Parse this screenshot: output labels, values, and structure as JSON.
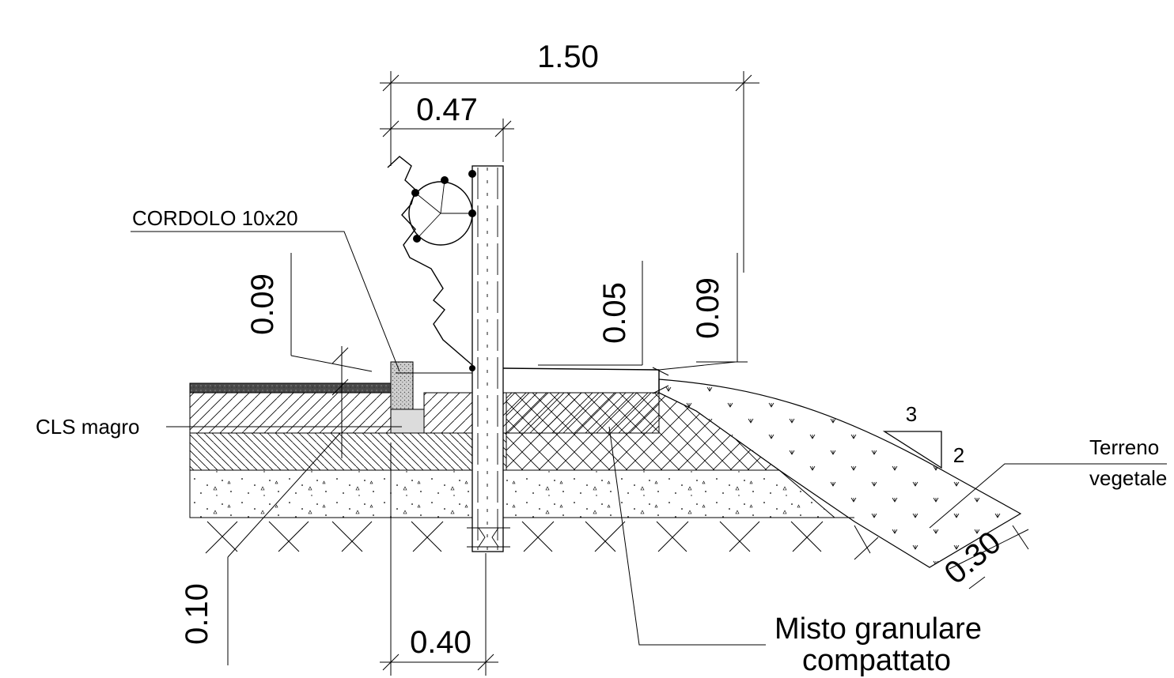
{
  "dimensions": {
    "total_width": "1.50",
    "guardrail_width": "0.47",
    "curb_height": "0.09",
    "shoulder_offset": "0.05",
    "edge_height": "0.09",
    "foundation_depth": "0.10",
    "post_spacing": "0.40",
    "topsoil_thickness": "0.30"
  },
  "slope": {
    "horizontal": "3",
    "vertical": "2"
  },
  "labels": {
    "curb": "CORDOLO 10x20",
    "lean_concrete": "CLS magro",
    "topsoil_line1": "Terreno",
    "topsoil_line2": "vegetale",
    "fill_line1": "Misto granulare",
    "fill_line2": "compattato"
  },
  "colors": {
    "ink": "#000000",
    "asphalt": "#4a4a4a",
    "curb": "#cfcfcf",
    "concrete": "#dcdcdc"
  }
}
